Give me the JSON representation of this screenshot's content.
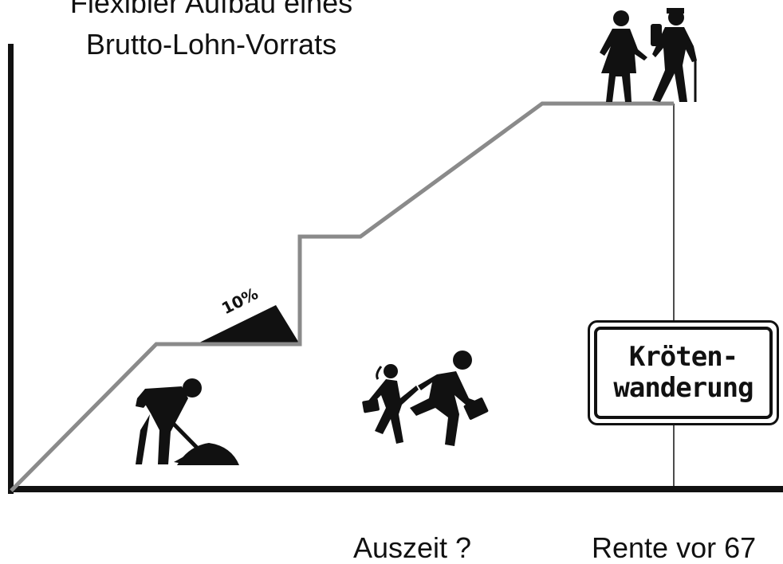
{
  "title": {
    "line1": "Flexibler Aufbau eines",
    "line2": "Brutto-Lohn-Vorrats"
  },
  "ramp_label": "10%",
  "sign": {
    "line1": "Kröten-",
    "line2": "wanderung"
  },
  "x_labels": {
    "auszeit": "Auszeit ?",
    "rente": "Rente vor 67"
  },
  "colors": {
    "curve": "#8a8a8a",
    "axis": "#111111",
    "figures": "#111111"
  },
  "icons": [
    "digging-worker-icon",
    "children-running-icon",
    "elderly-hikers-icon",
    "road-sign-icon"
  ]
}
